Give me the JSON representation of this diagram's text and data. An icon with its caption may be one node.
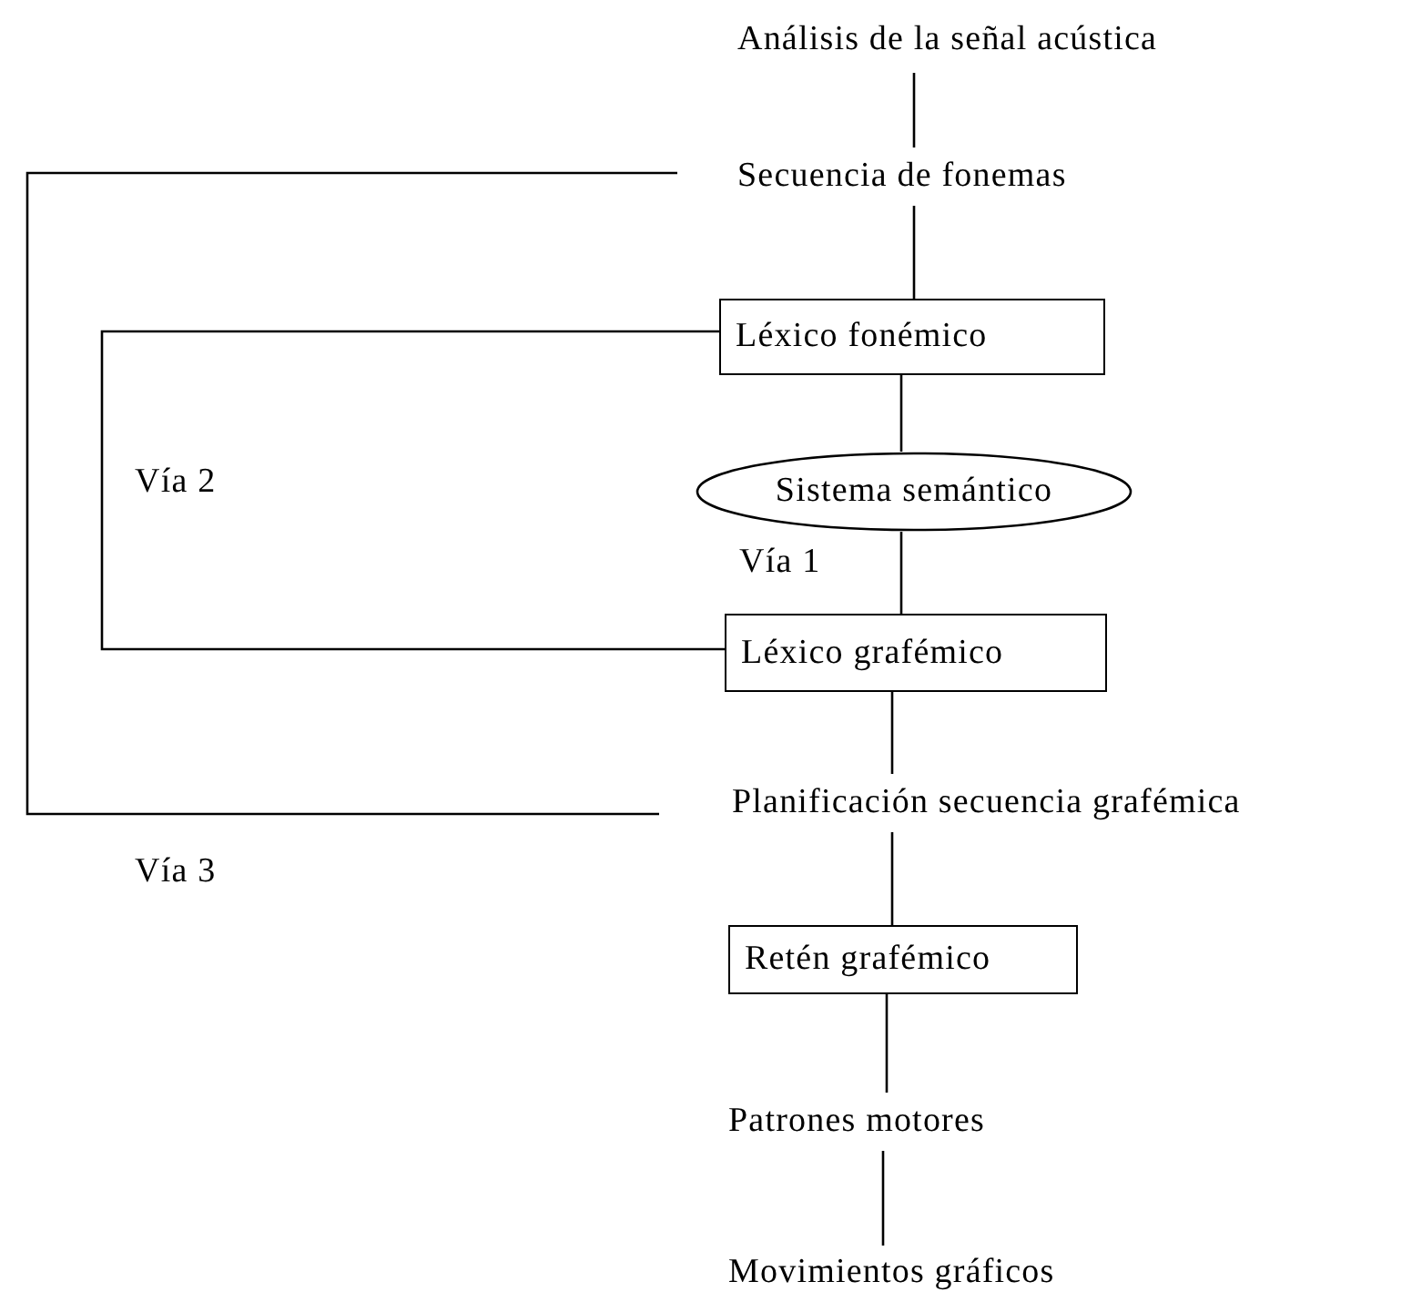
{
  "diagram": {
    "nodes": [
      {
        "text": [
          "Análisis de la señal acústica"
        ]
      },
      {
        "text": [
          "Secuencia de fonemas"
        ]
      },
      {
        "text": [
          "Léxico fonémico"
        ]
      },
      {
        "text": [
          "Sistema semántico"
        ]
      },
      {
        "text": [
          "Léxico grafémico"
        ]
      },
      {
        "text": [
          "Planificación secuencia grafémica"
        ]
      },
      {
        "text": [
          "Retén grafémico"
        ]
      },
      {
        "text": [
          "Patrones motores"
        ]
      },
      {
        "text": [
          "Movimientos gráficos"
        ]
      }
    ],
    "edges": [
      {
        "from": 0,
        "to": 1,
        "arrow": "none"
      },
      {
        "from": 1,
        "to": 2,
        "arrow": "none"
      },
      {
        "from": 2,
        "to": 3,
        "arrow": "none"
      },
      {
        "from": 3,
        "to": 4,
        "label": "Vía 1",
        "arrow": "none"
      },
      {
        "from": 4,
        "to": 5,
        "arrow": "none"
      },
      {
        "from": 5,
        "to": 6,
        "arrow": "none"
      },
      {
        "from": 6,
        "to": 7,
        "arrow": "none"
      },
      {
        "from": 7,
        "to": 8,
        "arrow": "none"
      },
      {
        "from": 2,
        "to": 4,
        "label": "Vía 2",
        "arrow": "none"
      },
      {
        "from": 1,
        "to": 5,
        "label": "Vía 3",
        "arrow": "none"
      }
    ]
  }
}
